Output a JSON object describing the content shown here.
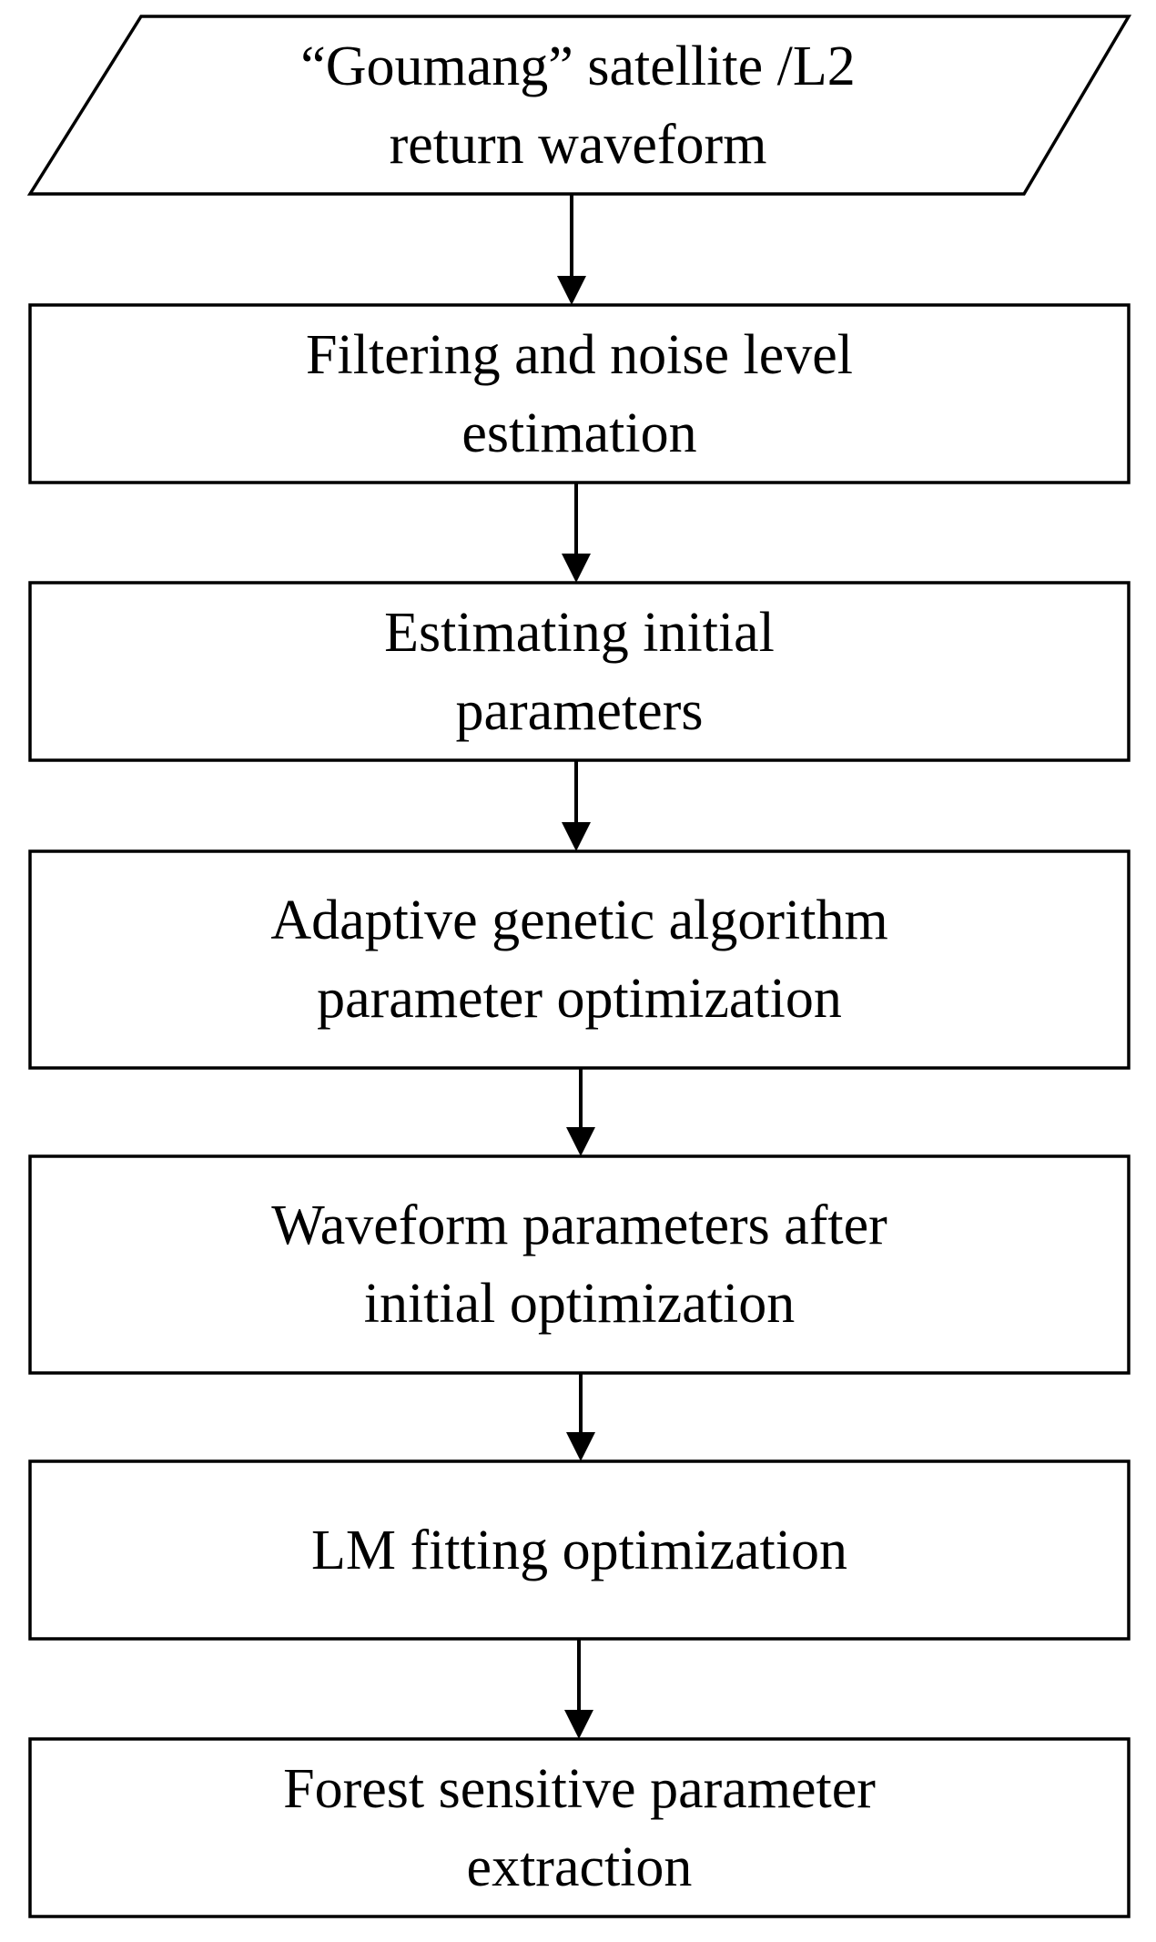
{
  "diagram": {
    "nodes": [
      {
        "id": "input",
        "shape": "parallelogram",
        "lines": [
          "“Goumang” satellite /L2",
          "return waveform"
        ]
      },
      {
        "id": "filtering",
        "shape": "rectangle",
        "lines": [
          "Filtering and noise level",
          "estimation"
        ]
      },
      {
        "id": "initial-params",
        "shape": "rectangle",
        "lines": [
          "Estimating initial",
          "parameters"
        ]
      },
      {
        "id": "genetic",
        "shape": "rectangle",
        "lines": [
          "Adaptive genetic algorithm",
          "parameter optimization"
        ]
      },
      {
        "id": "waveform-params",
        "shape": "rectangle",
        "lines": [
          "Waveform parameters after",
          "initial optimization"
        ]
      },
      {
        "id": "lm-fitting",
        "shape": "rectangle",
        "lines": [
          "LM fitting optimization"
        ]
      },
      {
        "id": "forest",
        "shape": "rectangle",
        "lines": [
          "Forest sensitive parameter",
          "extraction"
        ]
      }
    ],
    "edges": [
      {
        "from": "input",
        "to": "filtering"
      },
      {
        "from": "filtering",
        "to": "initial-params"
      },
      {
        "from": "initial-params",
        "to": "genetic"
      },
      {
        "from": "genetic",
        "to": "waveform-params"
      },
      {
        "from": "waveform-params",
        "to": "lm-fitting"
      },
      {
        "from": "lm-fitting",
        "to": "forest"
      }
    ]
  }
}
